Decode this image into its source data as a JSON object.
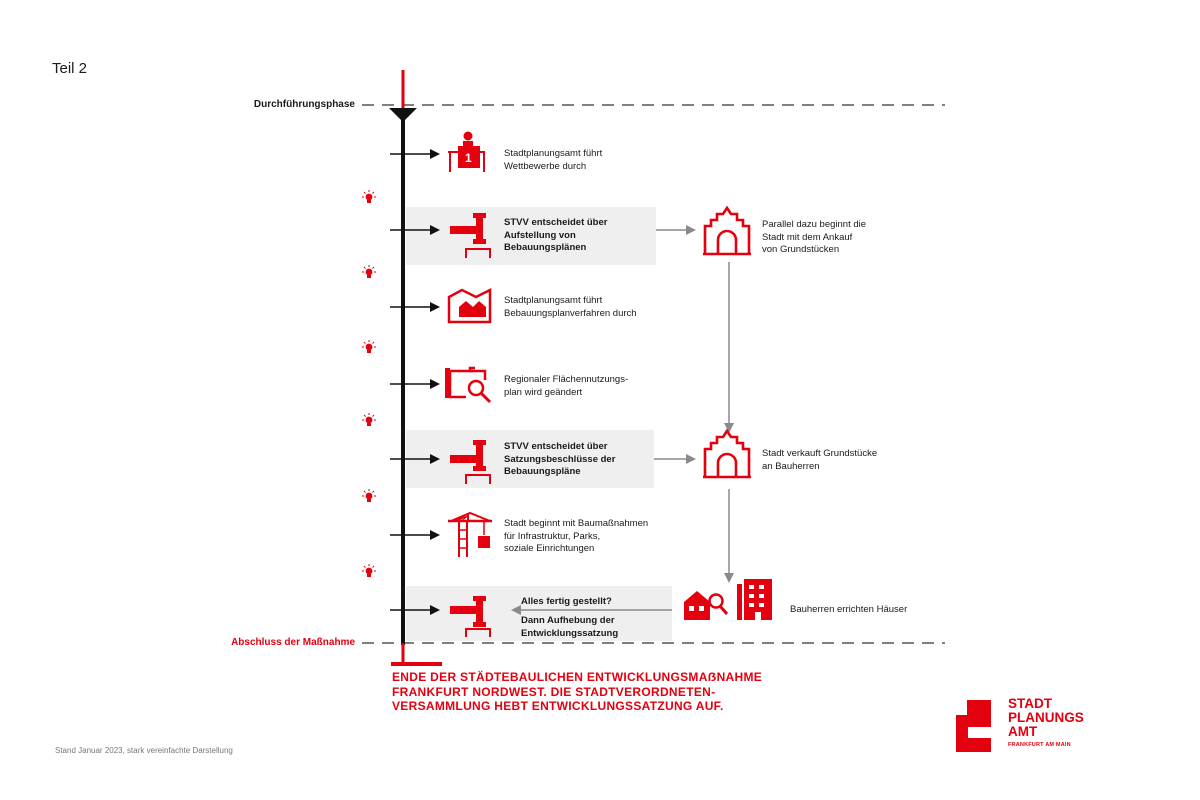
{
  "header": {
    "part_label": "Teil 2"
  },
  "phases": {
    "start_label": "Durchführungsphase",
    "end_label": "Abschluss der Maßnahme"
  },
  "steps": [
    {
      "icon": "presenter-award-icon",
      "line1": "Stadtplanungsamt führt",
      "line2": "Wettbewerbe durch"
    },
    {
      "icon": "gavel-icon",
      "line1": "STVV entscheidet über",
      "line2": "Aufstellung von",
      "line3": "Bebauungsplänen"
    },
    {
      "icon": "map-houses-icon",
      "line1": "Stadtplanungsamt führt",
      "line2": "Bebauungsplanverfahren durch"
    },
    {
      "icon": "map-magnifier-icon",
      "line1": "Regionaler Flächennutzungs-",
      "line2": "plan wird geändert"
    },
    {
      "icon": "gavel-icon",
      "line1": "STVV entscheidet über",
      "line2": "Satzungsbeschlüsse der",
      "line3": "Bebauungspläne"
    },
    {
      "icon": "crane-icon",
      "line1": "Stadt beginnt mit Baumaßnahmen",
      "line2": "für Infrastruktur, Parks,",
      "line3": "soziale Einrichtungen"
    },
    {
      "icon": "gavel-icon",
      "line1": "Alles fertig gestellt?",
      "line2": "Dann Aufhebung der",
      "line3": "Entwicklungssatzung"
    }
  ],
  "side_steps": [
    {
      "icon": "town-hall-icon",
      "line1": "Parallel dazu beginnt die",
      "line2": "Stadt mit dem Ankauf",
      "line3": "von Grundstücken"
    },
    {
      "icon": "town-hall-icon",
      "line1": "Stadt verkauft Grundstücke",
      "line2": "an Bauherren"
    },
    {
      "icon": "building-houses-icon",
      "line1": "Bauherren errichten Häuser"
    }
  ],
  "end_statement": {
    "line1": "ENDE DER STÄDTEBAULICHEN ENTWICKLUNGSMAẞNAHME",
    "line2": "FRANKFURT NORDWEST. DIE STADTVERORDNETEN-",
    "line3": "VERSAMMLUNG HEBT ENTWICKLUNGSSATZUNG AUF."
  },
  "footer": {
    "note": "Stand Januar 2023, stark vereinfachte Darstellung"
  },
  "logo": {
    "line1": "STADT",
    "line2": "PLANUNGS",
    "line3": "AMT",
    "sub": "FRANKFURT AM MAIN"
  },
  "colors": {
    "accent": "#e3000f",
    "timeline": "#111111",
    "box": "#efefef",
    "arrow_grey": "#8a8a8a"
  }
}
